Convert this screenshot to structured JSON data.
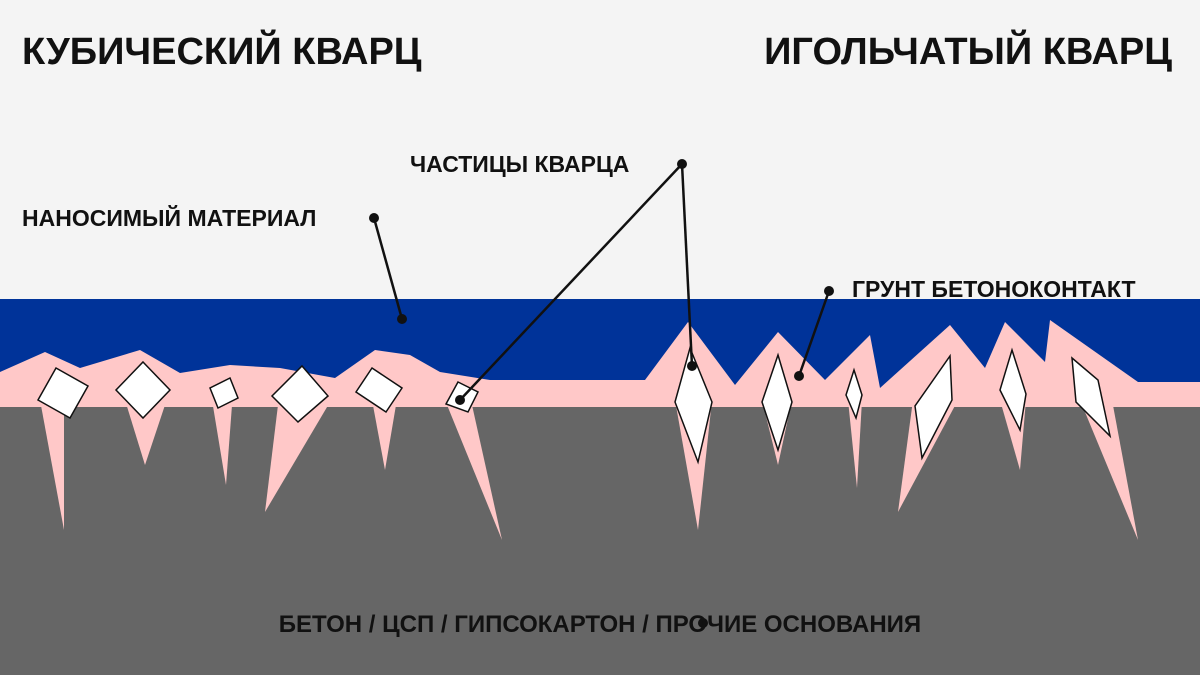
{
  "titles": {
    "cubic": "КУБИЧЕСКИЙ КВАРЦ",
    "needle": "ИГОЛЬЧАТЫЙ КВАРЦ"
  },
  "labels": {
    "particles": "ЧАСТИЦЫ КВАРЦА",
    "applied_material": "НАНОСИМЫЙ МАТЕРИАЛ",
    "primer": "ГРУНТ БЕТОНОКОНТАКТ",
    "substrate": "БЕТОН / ЦСП / ГИПСОКАРТОН / ПРОЧИЕ ОСНОВАНИЯ"
  },
  "colors": {
    "background": "#f4f4f4",
    "applied_material": "#003399",
    "primer": "#ffc8c8",
    "substrate": "#666666",
    "quartz": "#ffffff"
  }
}
